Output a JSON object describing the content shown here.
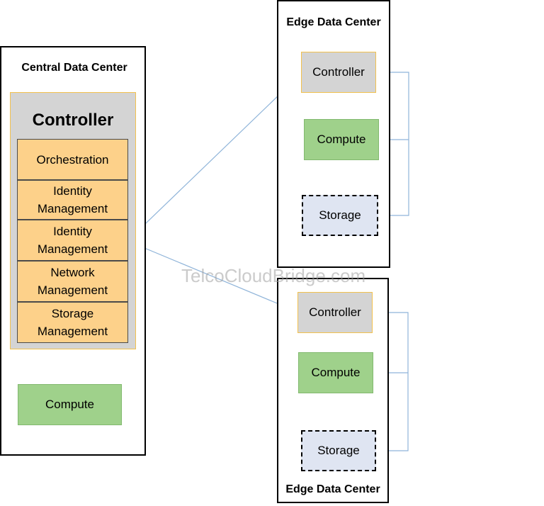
{
  "central": {
    "title": "Central Data Center",
    "controller_title": "Controller",
    "modules": [
      "Orchestration",
      "Identity Management",
      "Identity Management",
      "Network Management",
      "Storage Management"
    ],
    "compute": "Compute"
  },
  "edge_top": {
    "title": "Edge Data Center",
    "controller": "Controller",
    "compute": "Compute",
    "storage": "Storage"
  },
  "edge_bottom": {
    "title": "Edge Data Center",
    "controller": "Controller",
    "compute": "Compute",
    "storage": "Storage"
  },
  "watermark": "TelcoCloudBridge.com",
  "colors": {
    "controller_fill": "#d4d4d4",
    "module_fill": "#fdd18a",
    "compute_fill": "#9fd18b",
    "storage_fill": "#dfe5f2",
    "connector": "#8fb4d9"
  }
}
